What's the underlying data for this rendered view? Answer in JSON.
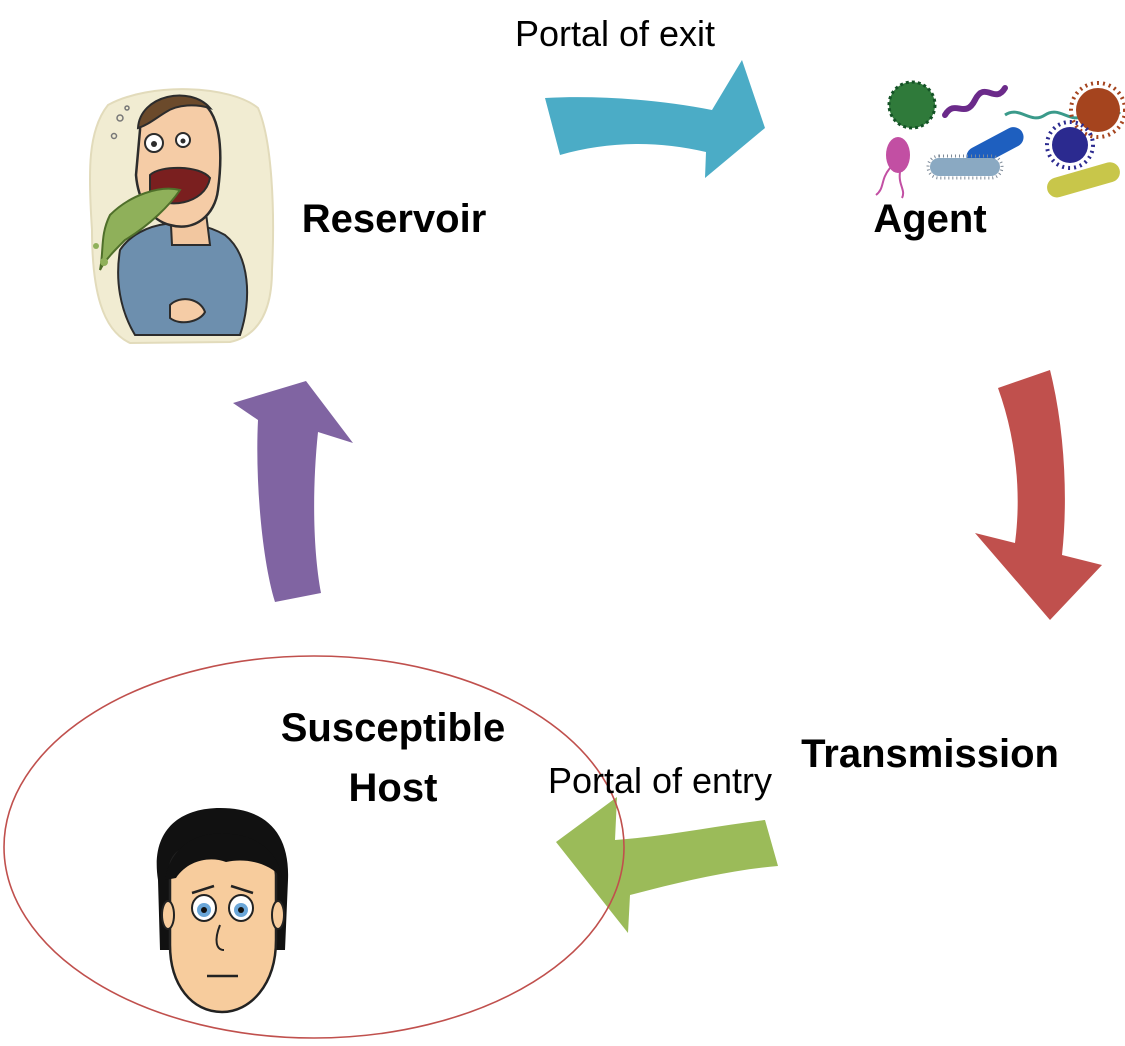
{
  "nodes": {
    "reservoir": {
      "label": "Reservoir"
    },
    "agent": {
      "label": "Agent"
    },
    "transmission": {
      "label": "Transmission"
    },
    "susceptible_host": {
      "label_line1": "Susceptible",
      "label_line2": "Host"
    }
  },
  "portals": {
    "exit": "Portal of exit",
    "entry": "Portal of entry"
  },
  "colors": {
    "arrow_reservoir_to_agent": "#4BACC6",
    "arrow_agent_to_transmission": "#C0504D",
    "arrow_transmission_to_host": "#9BBB59",
    "arrow_host_to_reservoir": "#8064A2",
    "host_ellipse_stroke": "#C0504D"
  },
  "icons": {
    "reservoir": "vomiting-person-icon",
    "agent": "microbes-icon",
    "host": "worried-face-icon"
  }
}
